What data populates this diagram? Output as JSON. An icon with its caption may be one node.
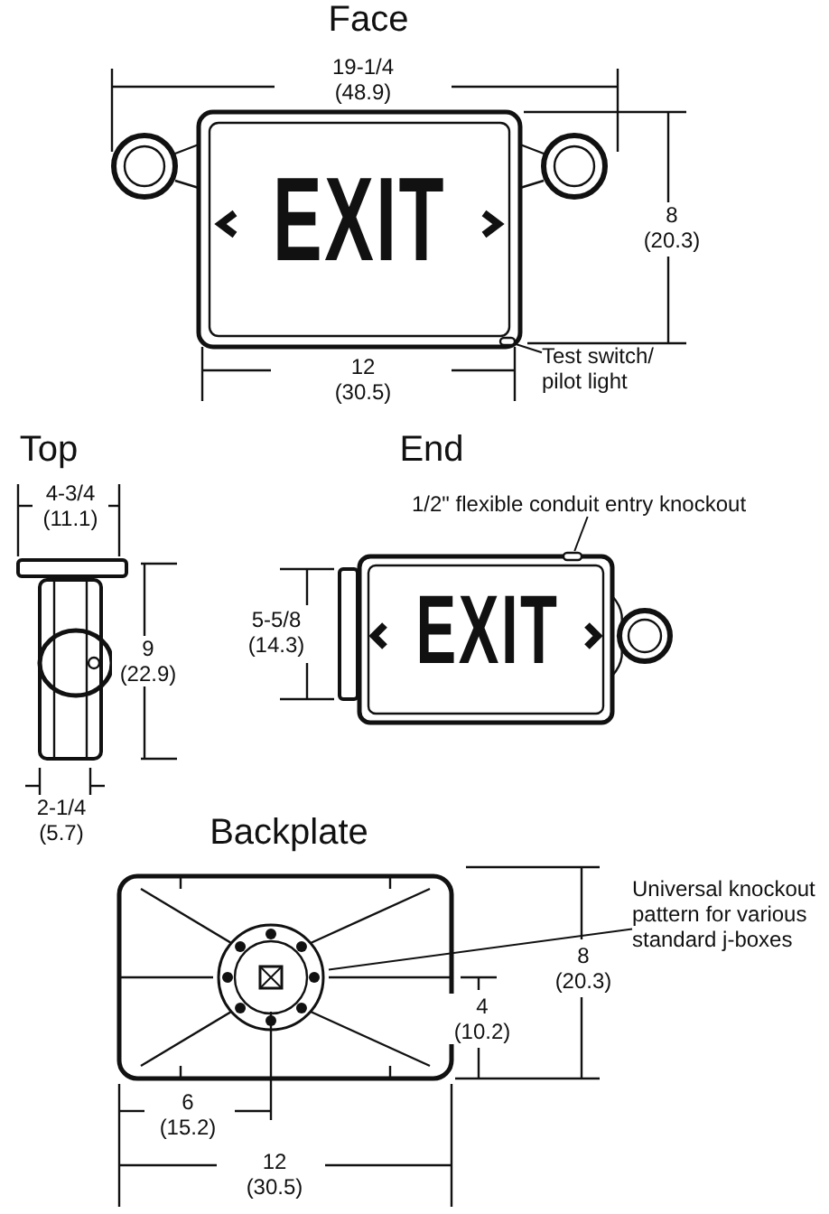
{
  "diagram": {
    "nodes": [
      {
        "text": [
          "Test switch/ pilot light"
        ]
      },
      {
        "text": [],
        "shape": "box"
      },
      {
        "text": [
          "1/2\" flexible conduit entry knockout"
        ]
      },
      {
        "text": [],
        "shape": "box"
      },
      {
        "text": [
          "Universal knockout pattern for various standard j-boxes"
        ]
      },
      {
        "text": [],
        "shape": "picture"
      }
    ],
    "edges": [
      {
        "from": 0,
        "to": 1,
        "arrow": "none"
      },
      {
        "from": 2,
        "to": 3,
        "arrow": "none"
      },
      {
        "from": 4,
        "to": 5,
        "arrow": "none"
      }
    ],
    "labels": [
      "Face",
      "19-1/4 (48.9)",
      "EXIT",
      "8 (20.3)",
      "12 (30.5)",
      "Top",
      "End",
      "4-3/4 (11.1)",
      "5-5/8 (14.3)",
      "EXIT",
      "9 (22.9)",
      "2-1/4 (5.7)",
      "Backplate",
      "8 (20.3)",
      "4 (10.2)",
      "6 (15.2)",
      "12 (30.5)"
    ]
  }
}
